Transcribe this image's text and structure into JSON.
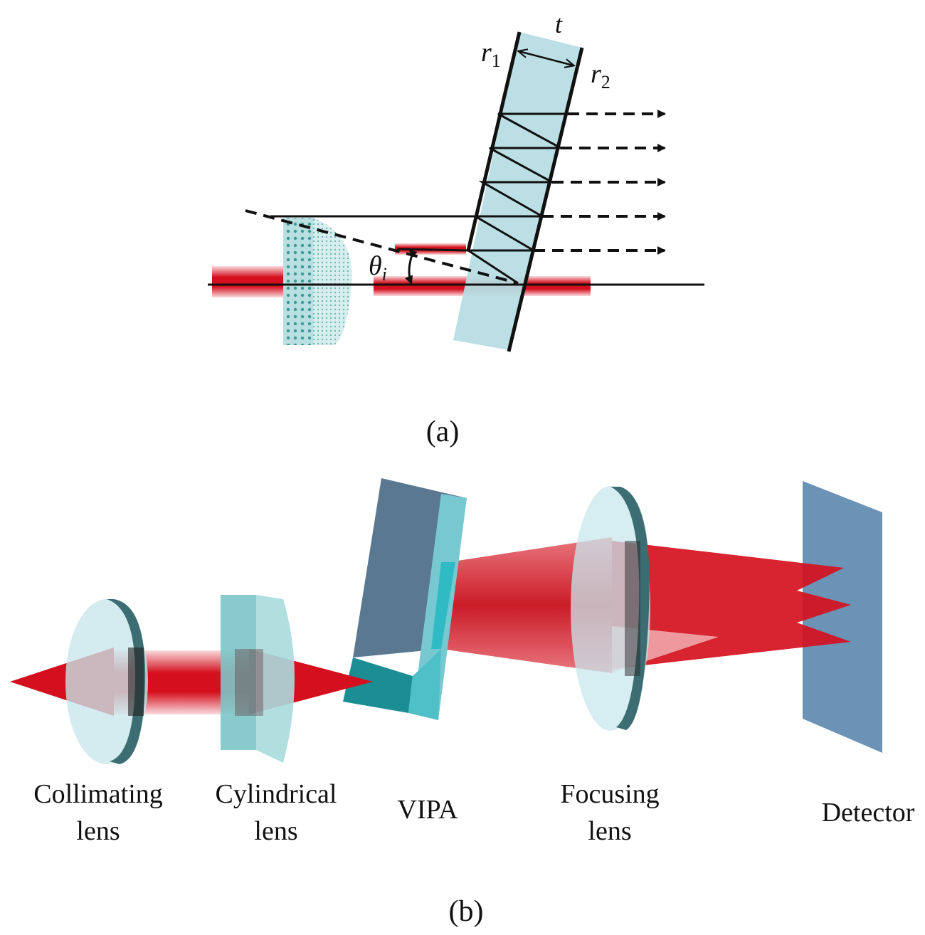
{
  "panel_a": {
    "caption": "(a)",
    "symbols": {
      "thickness": "t",
      "r1_base": "r",
      "r1_sub": "1",
      "r2_base": "r",
      "r2_sub": "2",
      "theta_base": "θ",
      "theta_sub": "i"
    }
  },
  "panel_b": {
    "caption": "(b)",
    "components": [
      {
        "line1": "Collimating",
        "line2": "lens"
      },
      {
        "line1": "Cylindrical",
        "line2": "lens"
      },
      {
        "line1": "VIPA",
        "line2": ""
      },
      {
        "line1": "Focusing",
        "line2": "lens"
      },
      {
        "line1": "Detector",
        "line2": ""
      }
    ]
  },
  "colors": {
    "beam_red": "#d5101e",
    "glass": "#b7dde3",
    "glass_edge": "#7fc6cd",
    "vipa_dark": "#5b7891",
    "detector": "#6a93b6"
  }
}
